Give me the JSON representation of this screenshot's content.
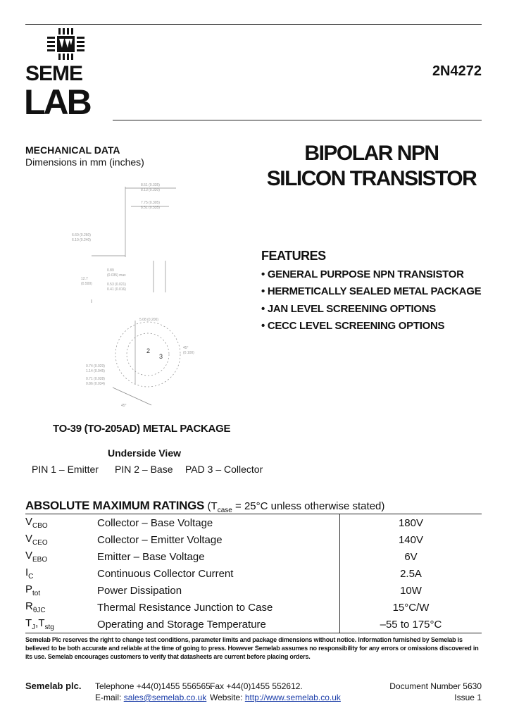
{
  "header": {
    "logo_top": "SEME",
    "logo_bottom": "LAB",
    "part_number": "2N4272"
  },
  "mechanical": {
    "title": "MECHANICAL DATA",
    "subtitle": "Dimensions in mm (inches)"
  },
  "device_title": {
    "line1": "BIPOLAR NPN",
    "line2": "SILICON TRANSISTOR"
  },
  "features": {
    "title": "FEATURES",
    "items": [
      "• GENERAL PURPOSE NPN TRANSISTOR",
      "• HERMETICALLY SEALED METAL PACKAGE",
      "• JAN LEVEL SCREENING OPTIONS",
      "• CECC LEVEL SCREENING OPTIONS"
    ]
  },
  "package": {
    "title": "TO-39 (TO-205AD) METAL PACKAGE",
    "view": "Underside View",
    "pins": [
      "PIN 1 – Emitter",
      "PIN 2 – Base",
      "PAD 3 – Collector"
    ]
  },
  "ratings": {
    "title": "ABSOLUTE MAXIMUM RATINGS",
    "cond_open": "(T",
    "cond_sub": "case",
    "cond_rest": " = 25°C unless otherwise stated)",
    "rows": [
      {
        "sym": "V",
        "sub": "CBO",
        "sym2": "",
        "sub2": "",
        "param": "Collector – Base Voltage",
        "value": "180V"
      },
      {
        "sym": "V",
        "sub": "CEO",
        "sym2": "",
        "sub2": "",
        "param": "Collector – Emitter Voltage",
        "value": "140V"
      },
      {
        "sym": "V",
        "sub": "EBO",
        "sym2": "",
        "sub2": "",
        "param": "Emitter – Base Voltage",
        "value": "6V"
      },
      {
        "sym": "I",
        "sub": "C",
        "sym2": "",
        "sub2": "",
        "param": "Continuous Collector Current",
        "value": "2.5A"
      },
      {
        "sym": "P",
        "sub": "tot",
        "sym2": "",
        "sub2": "",
        "param": "Power Dissipation",
        "value": "10W"
      },
      {
        "sym": "R",
        "sub": "θJC",
        "sym2": "",
        "sub2": "",
        "param": "Thermal Resistance Junction to Case",
        "value": "15°C/W"
      },
      {
        "sym": "T",
        "sub": "J",
        "sym2": ",T",
        "sub2": "stg",
        "param": "Operating and Storage Temperature",
        "value": "–55 to 175°C"
      }
    ]
  },
  "disclaimer": "Semelab Plc reserves the right to change test conditions, parameter limits and package dimensions without notice. Information furnished by Semelab is believed to be both accurate and reliable at the time of going to press. However Semelab assumes no responsibility for any errors or omissions discovered in its use. Semelab encourages customers to verify that datasheets are current before placing orders.",
  "footer": {
    "company": "Semelab plc.",
    "phone": "Telephone +44(0)1455 556565.",
    "fax": "Fax +44(0)1455 552612.",
    "doc_number": "Document Number 5630",
    "email_label": "E-mail:",
    "email": "sales@semelab.co.uk",
    "website_label": "Website:",
    "website": "http://www.semelab.co.uk",
    "issue": "Issue 1"
  }
}
